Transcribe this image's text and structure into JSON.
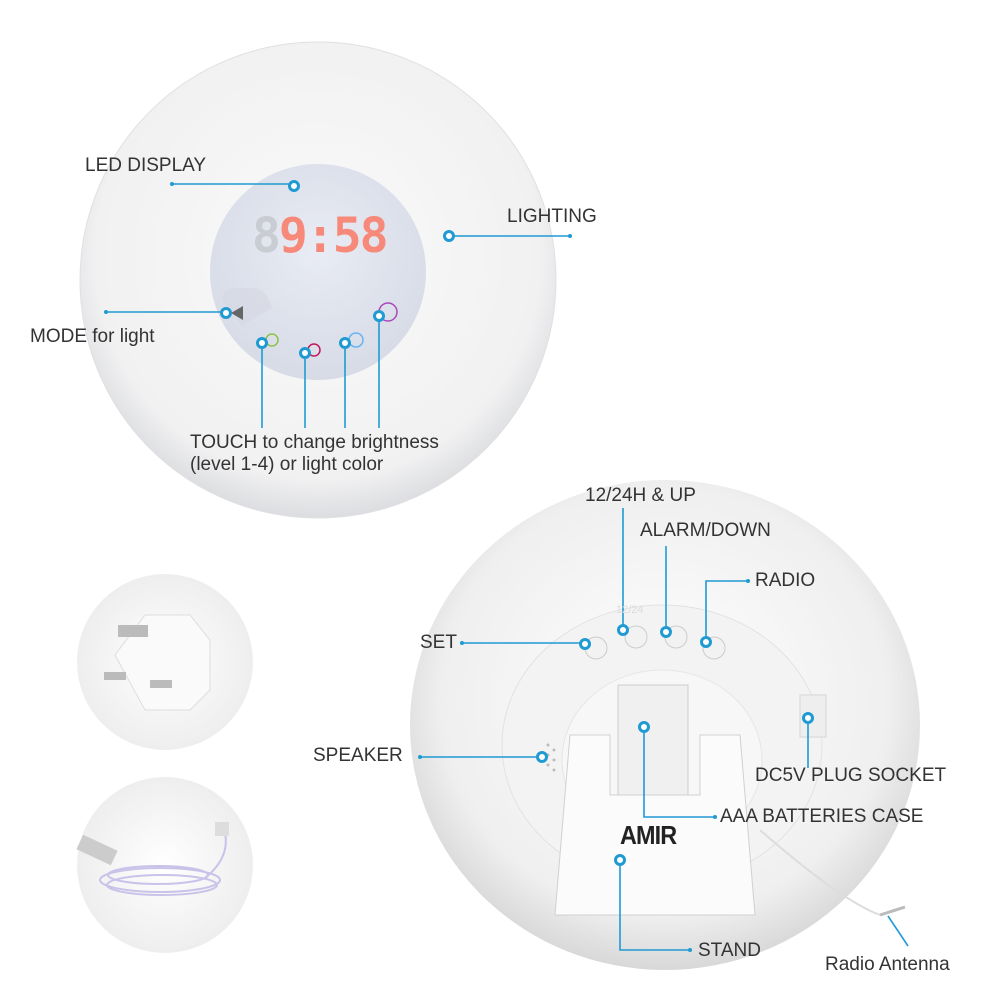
{
  "front": {
    "display_dim_digit": "8",
    "display_time": "9:58",
    "labels": {
      "led_display": "LED DISPLAY",
      "lighting": "LIGHTING",
      "mode": "MODE for light",
      "touch_line1": "TOUCH to change brightness",
      "touch_line2": "(level 1-4) or light color"
    }
  },
  "back": {
    "brand": "AMIR",
    "button_mark": "12/24",
    "labels": {
      "up": "12/24H & UP",
      "alarm": "ALARM/DOWN",
      "radio": "RADIO",
      "set": "SET",
      "speaker": "SPEAKER",
      "dc": "DC5V PLUG SOCKET",
      "batteries": "AAA BATTERIES CASE",
      "stand": "STAND",
      "antenna": "Radio Antenna"
    }
  },
  "colors": {
    "callout": "#1f9ad2",
    "text": "#333333",
    "digits": "#f7897a"
  }
}
